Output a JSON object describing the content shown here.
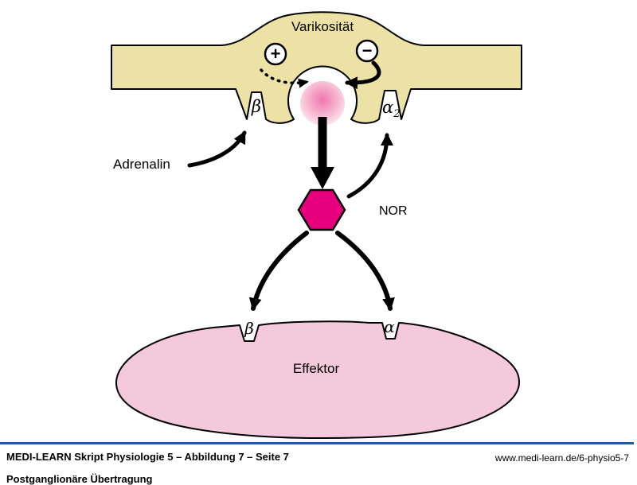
{
  "diagram": {
    "varicosity_label": "Varikosität",
    "plus_symbol": "+",
    "minus_symbol": "−",
    "beta_receptor_presynaptic": "β",
    "alpha2_receptor_base": "α",
    "alpha2_receptor_sub": "2",
    "adrenalin_label": "Adrenalin",
    "nor_label": "NOR",
    "effector_label": "Effektor",
    "beta_receptor_effector": "β",
    "alpha_receptor_effector": "α"
  },
  "footer": {
    "source_line": "MEDI-LEARN Skript Physiologie 5 – Abbildung 7 – Seite 7",
    "subtitle_line": "Postganglionäre Übertragung",
    "url": "www.medi-learn.de/6-physio5-7"
  },
  "colors": {
    "membrane_fill": "#EDE2A5",
    "outline": "#000000",
    "vesicle_center": "#F076AE",
    "vesicle_mid": "#F7B5D0",
    "vesicle_edge": "#FDEDF4",
    "nor_fill": "#E6007E",
    "effector_fill": "#F4C9DC",
    "divider": "#1C5CA8"
  }
}
